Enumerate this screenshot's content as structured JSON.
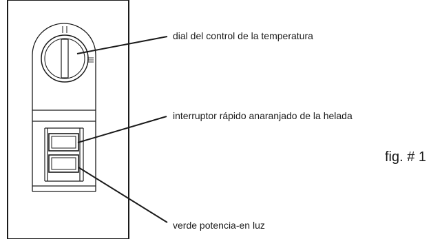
{
  "labels": {
    "dial": "dial del control de la temperatura",
    "switch": "interruptor rápido anaranjado de la helada",
    "light": "verde potencia-en luz"
  },
  "figure_label": "fig. # 1",
  "colors": {
    "ink": "#1a1a1a",
    "background": "#ffffff"
  }
}
